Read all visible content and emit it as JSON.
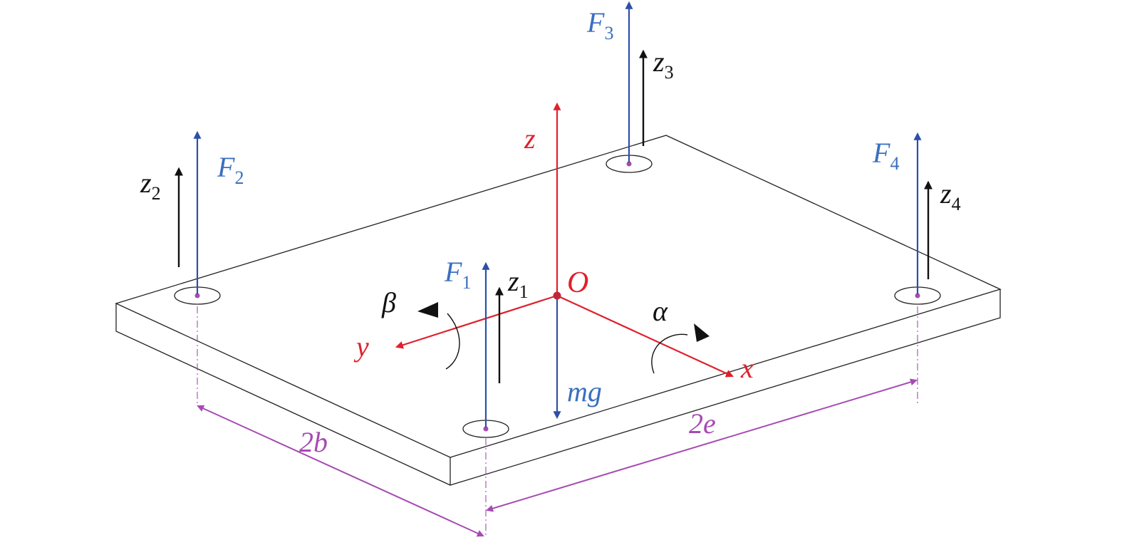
{
  "colors": {
    "force": "#2e4fa8",
    "force_label": "#3a6fc0",
    "axis": "#e0202c",
    "displacement": "#111111",
    "dimension": "#a64bb3",
    "plate": "#222222"
  },
  "labels": {
    "F1": {
      "main": "F",
      "sub": "1"
    },
    "F2": {
      "main": "F",
      "sub": "2"
    },
    "F3": {
      "main": "F",
      "sub": "3"
    },
    "F4": {
      "main": "F",
      "sub": "4"
    },
    "z1": {
      "main": "z",
      "sub": "1"
    },
    "z2": {
      "main": "z",
      "sub": "2"
    },
    "z3": {
      "main": "z",
      "sub": "3"
    },
    "z4": {
      "main": "z",
      "sub": "4"
    },
    "z_axis": "z",
    "x_axis": "x",
    "y_axis": "y",
    "origin": "O",
    "alpha": "α",
    "beta": "β",
    "gravity": "mg",
    "dim_b": "2b",
    "dim_e": "2e"
  }
}
